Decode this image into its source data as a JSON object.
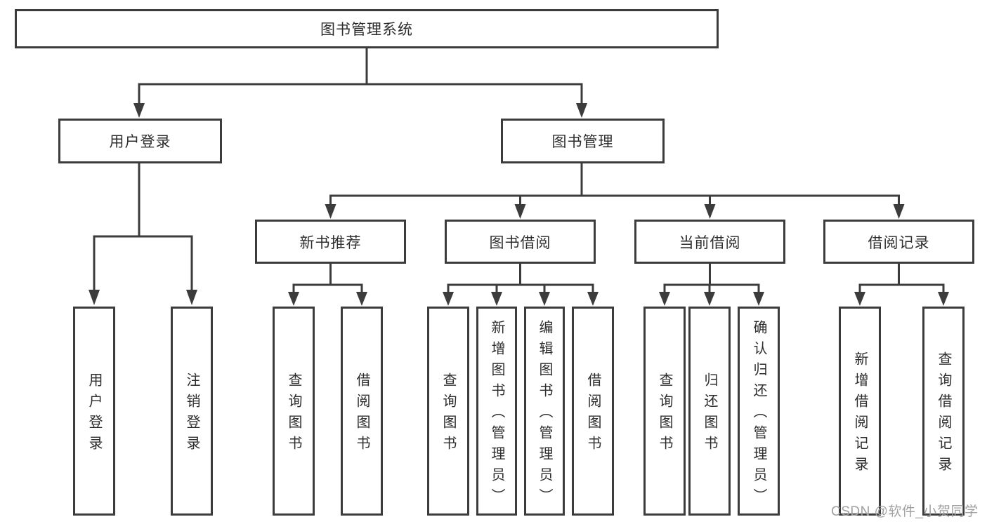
{
  "nodes": {
    "root": "图书管理系统",
    "level2": [
      {
        "label": "用户登录"
      },
      {
        "label": "图书管理"
      }
    ],
    "level3": [
      {
        "label": "新书推荐"
      },
      {
        "label": "图书借阅"
      },
      {
        "label": "当前借阅"
      },
      {
        "label": "借阅记录"
      }
    ],
    "leaves": {
      "userLogin": [
        "用户登录",
        "注销登录"
      ],
      "newBooks": [
        "查询图书",
        "借阅图书"
      ],
      "bookBorrow": [
        "查询图书",
        "新增图书（管理员）",
        "编辑图书（管理员）",
        "借阅图书"
      ],
      "currentBorrow": [
        "查询图书",
        "归还图书",
        "确认归还（管理员）"
      ],
      "borrowRecords": [
        "新增借阅记录",
        "查询借阅记录"
      ]
    }
  },
  "watermark": "CSDN @软件_小贺同学",
  "colors": {
    "line": "#3c3c3c",
    "text": "#2d2d2d",
    "watermark": "#a0a0a0",
    "background": "#ffffff"
  }
}
